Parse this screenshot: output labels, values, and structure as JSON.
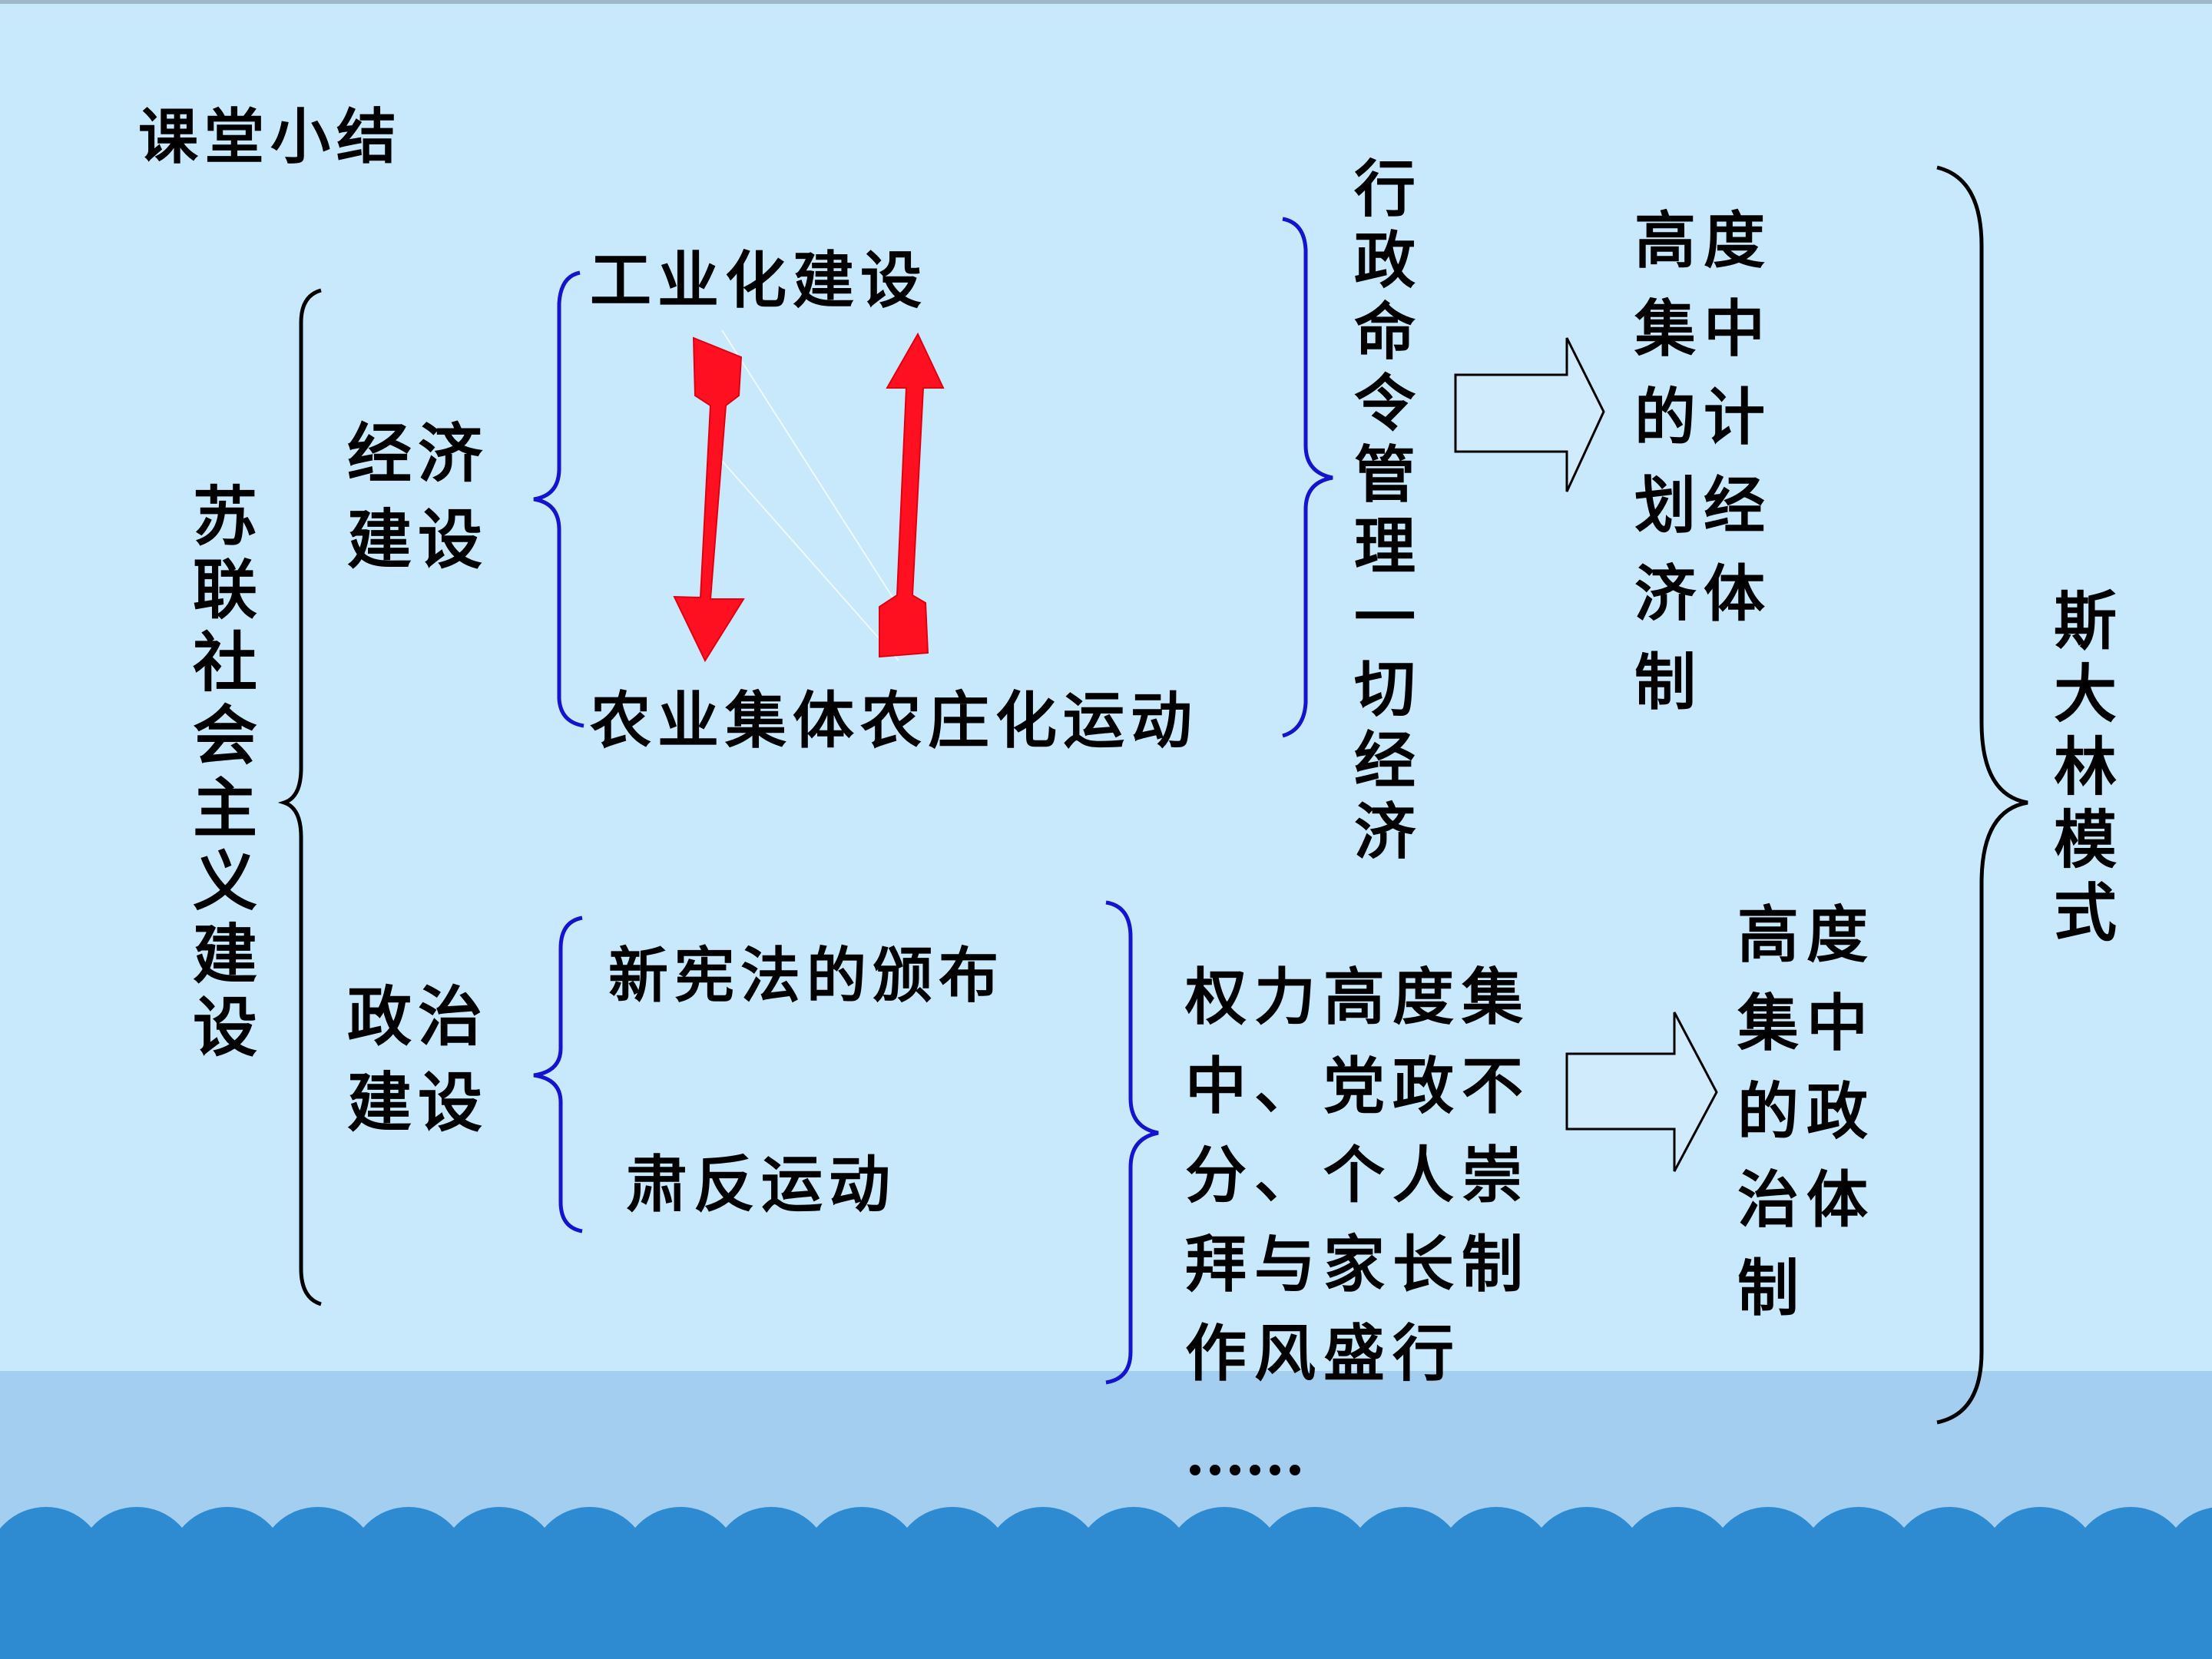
{
  "slide": {
    "title": "课堂小结",
    "root": "苏联社会主义建设",
    "economic": {
      "label": "经济\n建设",
      "top": "工业化建设",
      "bottom": "农业集体农庄化运动",
      "feature": "行政命令管理一切经济",
      "result": "高度\n集中\n的计\n划经\n济体\n制"
    },
    "political": {
      "label": "政治\n建设",
      "top": "新宪法的颁布",
      "bottom": "肃反运动",
      "feature": "权力高度集\n中、党政不\n分、个人崇\n拜与家长制\n作风盛行",
      "result": "高度\n集中\n的政\n治体\n制"
    },
    "conclusion": "斯大林模式",
    "ellipsis": "……"
  },
  "colors": {
    "background": "#c8e8fb",
    "sea_band": "#a3cef0",
    "waves": "#2f8bd1",
    "brace_blue": "#1414d0",
    "arrow_red": "#ff1020"
  }
}
